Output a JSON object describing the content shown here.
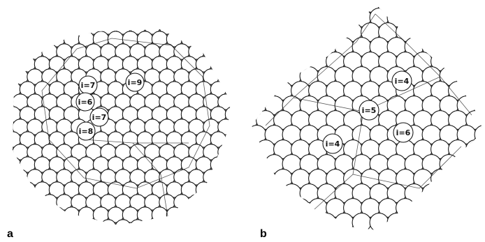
{
  "figure": {
    "panels": [
      {
        "letter": "a",
        "labels": [
          "i=7",
          "i=9",
          "i=6",
          "i=7",
          "i=8"
        ]
      },
      {
        "letter": "b",
        "labels": [
          "i=4",
          "i=5",
          "i=6",
          "i=4"
        ]
      }
    ]
  }
}
